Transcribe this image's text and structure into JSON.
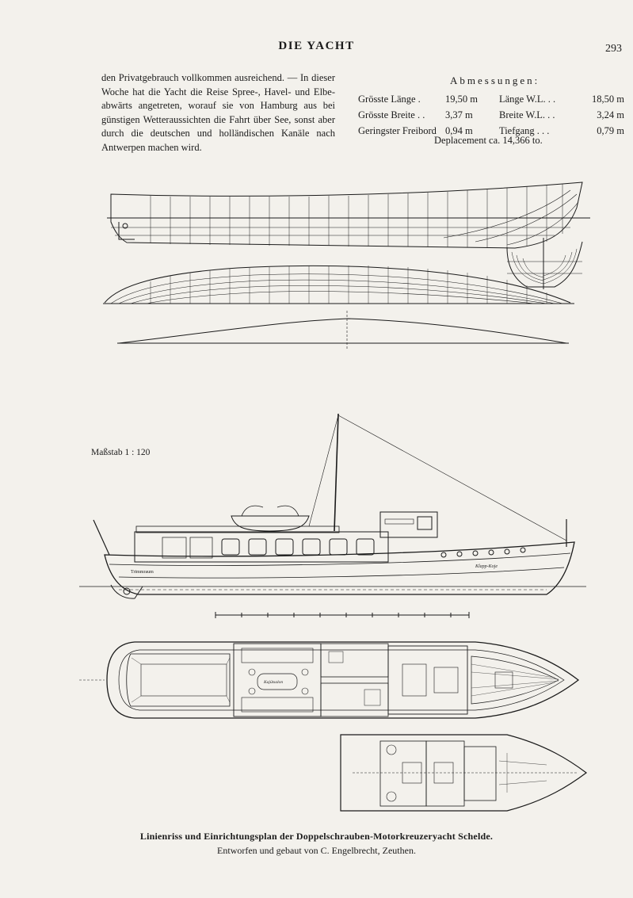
{
  "header": {
    "running_title": "DIE YACHT",
    "page_number": "293"
  },
  "body_text": "den Privatgebrauch vollkommen ausreichend. — In dieser Woche hat die Yacht die Reise Spree-, Havel- und Elbe-abwärts angetreten, worauf sie von Hamburg aus bei günstigen Wetteraussichten die Fahrt über See, sonst aber durch die deutschen und holländischen Kanäle nach Antwerpen machen wird.",
  "dimensions": {
    "heading": "Abmessungen:",
    "rows": [
      {
        "label_left": "Grösste Länge  .",
        "value_left": "19,50 m",
        "label_right": "Länge W.L.  .  .",
        "value_right": "18,50 m"
      },
      {
        "label_left": "Grösste Breite .  .",
        "value_left": "3,37 m",
        "label_right": "Breite W.L.  .  .",
        "value_right": "3,24 m"
      },
      {
        "label_left": "Geringster Freibord",
        "value_left": "0,94 m",
        "label_right": "Tiefgang  .  .  .",
        "value_right": "0,79 m"
      }
    ],
    "displacement": "Deplacement ca. 14,366 to."
  },
  "drawings": {
    "scale_label": "Maßstab 1 : 120",
    "cabin_label": "Kajütsalon",
    "deck_label": "Klapp-Koje"
  },
  "caption": {
    "title": "Linienriss und Einrichtungsplan der Doppelschrauben-Motorkreuzeryacht Schelde.",
    "credit": "Entworfen und gebaut von C. Engelbrecht, Zeuthen."
  },
  "colors": {
    "paper": "#f3f1ec",
    "ink": "#1b1b1b"
  }
}
